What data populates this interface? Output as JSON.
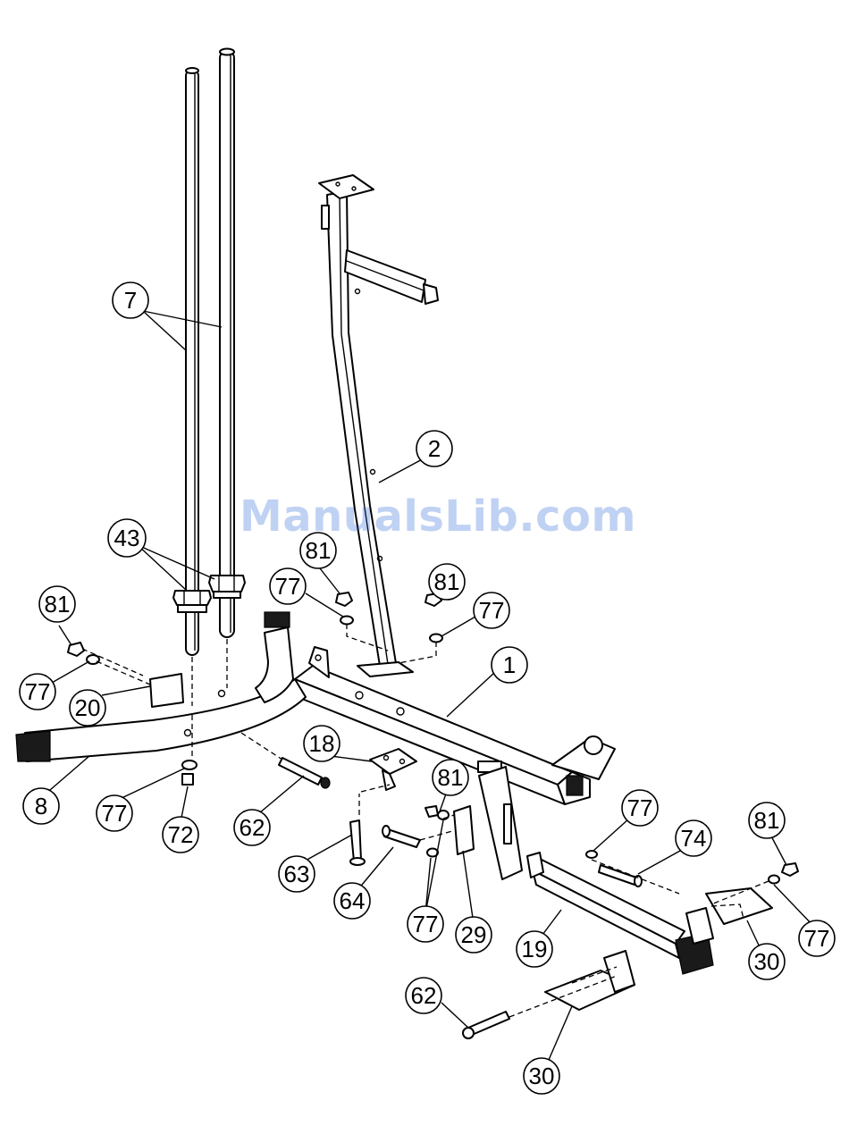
{
  "diagram": {
    "watermark": "ManualsLib.com",
    "callouts": [
      {
        "label": "7"
      },
      {
        "label": "2"
      },
      {
        "label": "43"
      },
      {
        "label": "81"
      },
      {
        "label": "77"
      },
      {
        "label": "81"
      },
      {
        "label": "77"
      },
      {
        "label": "81"
      },
      {
        "label": "77"
      },
      {
        "label": "20"
      },
      {
        "label": "1"
      },
      {
        "label": "18"
      },
      {
        "label": "8"
      },
      {
        "label": "77"
      },
      {
        "label": "72"
      },
      {
        "label": "62"
      },
      {
        "label": "81"
      },
      {
        "label": "77"
      },
      {
        "label": "74"
      },
      {
        "label": "81"
      },
      {
        "label": "63"
      },
      {
        "label": "64"
      },
      {
        "label": "77"
      },
      {
        "label": "29"
      },
      {
        "label": "19"
      },
      {
        "label": "30"
      },
      {
        "label": "77"
      },
      {
        "label": "62"
      },
      {
        "label": "30"
      }
    ]
  }
}
